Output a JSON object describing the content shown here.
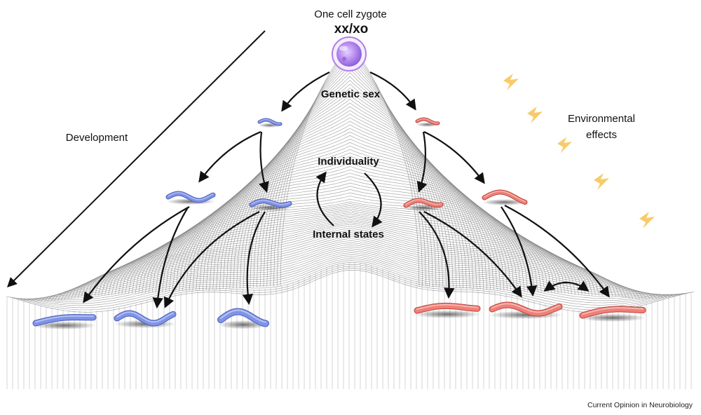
{
  "labels": {
    "zygote": "One cell zygote",
    "genotype": "xx/xo",
    "genetic_sex": "Genetic sex",
    "individuality": "Individuality",
    "internal_states": "Internal states",
    "development": "Development",
    "environmental_1": "Environmental",
    "environmental_2": "effects",
    "credit": "Current Opinion in Neurobiology"
  },
  "colors": {
    "landscape_line": "#8a8a8a",
    "male_worm": "#7f93e8",
    "female_worm": "#f08078",
    "lightning": "#f7c55a",
    "zygote": "#b88cf0",
    "arrow": "#111111"
  },
  "icons": [
    "zygote-cell-icon",
    "worm-icon",
    "lightning-bolt-icon",
    "arrow-icon"
  ]
}
